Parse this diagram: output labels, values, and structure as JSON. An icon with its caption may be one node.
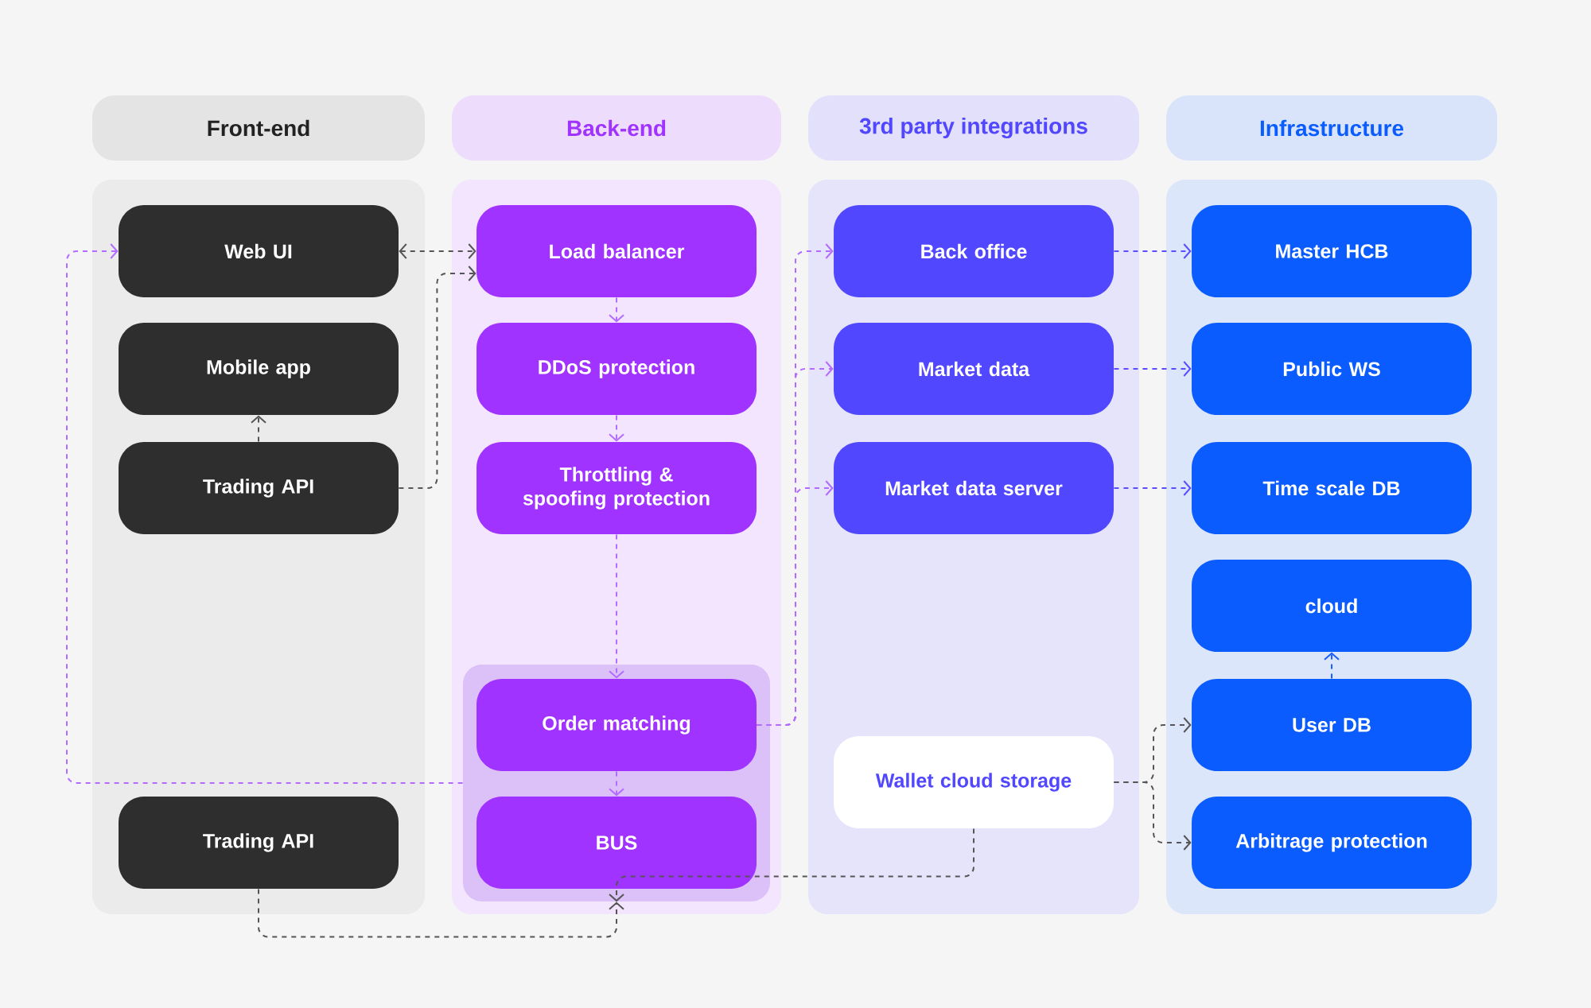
{
  "diagram": {
    "nodes": [
      {
        "text": [
          "Front-end"
        ]
      },
      {
        "text": [
          "Web UI"
        ],
        "in": 0
      },
      {
        "text": [
          "Mobile app"
        ],
        "in": 0
      },
      {
        "text": [
          "Trading API"
        ],
        "in": 0
      },
      {
        "text": [
          "Trading API"
        ],
        "in": 0
      },
      {
        "text": [
          "Back-end"
        ]
      },
      {
        "text": [
          "Load balancer"
        ],
        "in": 5
      },
      {
        "text": [
          "DDoS protection"
        ],
        "in": 5
      },
      {
        "text": [
          "Throttling & spoofing protection"
        ],
        "in": 5
      },
      {
        "text": [],
        "shape": "box",
        "in": 5
      },
      {
        "text": [
          "Order matching"
        ],
        "in": 9
      },
      {
        "text": [
          "BUS"
        ],
        "in": 9
      },
      {
        "text": [
          "3rd party integrations"
        ]
      },
      {
        "text": [
          "Back office"
        ],
        "in": 12
      },
      {
        "text": [
          "Market data"
        ],
        "in": 12
      },
      {
        "text": [
          "Market data server"
        ],
        "in": 12
      },
      {
        "text": [
          "Wallet cloud storage"
        ],
        "in": 12
      },
      {
        "text": [
          "Infrastructure"
        ]
      },
      {
        "text": [
          "Master HCB"
        ],
        "in": 17
      },
      {
        "text": [
          "Public WS"
        ],
        "in": 17
      },
      {
        "text": [
          "Time scale DB"
        ],
        "in": 17
      },
      {
        "text": [
          "cloud"
        ],
        "in": 17
      },
      {
        "text": [
          "User DB"
        ],
        "in": 17
      },
      {
        "text": [
          "Arbitrage protection"
        ],
        "in": 17
      }
    ],
    "edges": [
      {
        "from": 1,
        "to": 6,
        "arrow": "both",
        "color": "#555555"
      },
      {
        "from": 3,
        "to": 6,
        "arrow": "to",
        "color": "#555555"
      },
      {
        "from": 3,
        "to": 2,
        "arrow": "to",
        "color": "#555555"
      },
      {
        "from": 6,
        "to": 7,
        "arrow": "to"
      },
      {
        "from": 7,
        "to": 8,
        "arrow": "to"
      },
      {
        "from": 8,
        "to": 10,
        "arrow": "to"
      },
      {
        "from": 10,
        "to": 11,
        "arrow": "to"
      },
      {
        "from": 10,
        "to": 13,
        "arrow": "to"
      },
      {
        "from": 10,
        "to": 14,
        "arrow": "to"
      },
      {
        "from": 10,
        "to": 15,
        "arrow": "to"
      },
      {
        "from": 9,
        "to": 1,
        "arrow": "to"
      },
      {
        "from": 13,
        "to": 18,
        "arrow": "to",
        "color": "#5b4dff"
      },
      {
        "from": 14,
        "to": 19,
        "arrow": "to",
        "color": "#5b4dff"
      },
      {
        "from": 15,
        "to": 20,
        "arrow": "to",
        "color": "#5b4dff"
      },
      {
        "from": 22,
        "to": 21,
        "arrow": "to",
        "color": "#1a5cff"
      },
      {
        "from": 16,
        "to": 22,
        "arrow": "to",
        "color": "#555555"
      },
      {
        "from": 16,
        "to": 23,
        "arrow": "to",
        "color": "#555555"
      },
      {
        "from": 4,
        "to": 11,
        "arrow": "to",
        "color": "#555555"
      },
      {
        "from": 16,
        "to": 11,
        "arrow": "to",
        "color": "#555555"
      }
    ]
  }
}
